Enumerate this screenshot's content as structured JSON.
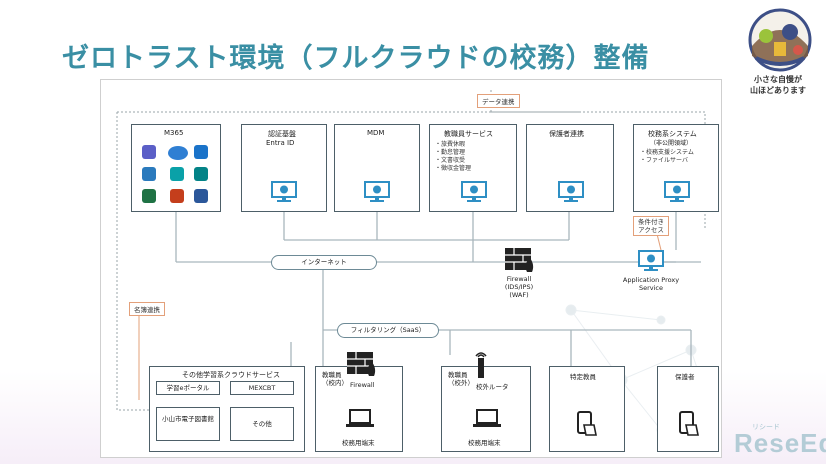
{
  "slide": {
    "title": "ゼロトラスト環境（フルクラウドの校務）整備",
    "logo_text_line1": "小さな自慢が",
    "logo_text_line2": "山ほどあります",
    "watermark": "ReseEd",
    "watermark_sub": "リシード"
  },
  "diagram": {
    "tag_data_link": "データ連携",
    "tag_roster_link": "名簿連携",
    "tag_conditional_access_line1": "条件付き",
    "tag_conditional_access_line2": "アクセス",
    "m365": {
      "label": "M365"
    },
    "auth": {
      "label": "認証基盤",
      "sub": "Entra ID"
    },
    "mdm": {
      "label": "MDM"
    },
    "staff_service": {
      "label": "教職員サービス",
      "items": [
        "・旅費休暇",
        "・勤怠管理",
        "・文書収受",
        "・徴収金管理"
      ]
    },
    "guardian_link": {
      "label": "保護者連携"
    },
    "school_system": {
      "label": "校務系システム",
      "sub": "（非公開領域）",
      "items": [
        "・校務支援システム",
        "・ファイルサーバ"
      ]
    },
    "internet": "インターネット",
    "firewall": {
      "line1": "Firewall",
      "line2": "(IDS/IPS)",
      "line3": "(WAF)"
    },
    "app_proxy": {
      "line1": "Application Proxy",
      "line2": "Service"
    },
    "filtering": "フィルタリング（SaaS）",
    "other_services": {
      "label": "その他学習系クラウドサービス",
      "items": [
        "学習eポータル",
        "MEXCBT",
        "小山市電子図書館",
        "その他"
      ]
    },
    "staff_inside": {
      "label_line1": "教職員",
      "label_line2": "（校内）",
      "device": "Firewall",
      "terminal": "校務用端末"
    },
    "staff_outside": {
      "label_line1": "教職員",
      "label_line2": "（校外）",
      "device": "校外ルータ",
      "terminal": "校務用端末"
    },
    "specific_staff": {
      "label": "特定教員"
    },
    "guardian": {
      "label": "保護者"
    }
  },
  "colors": {
    "title": "#3a8fa4",
    "box_border": "#4d5f68",
    "line": "#a9b6bd",
    "tag_border": "#e3a07a",
    "monitor": "#2e8fc4"
  }
}
